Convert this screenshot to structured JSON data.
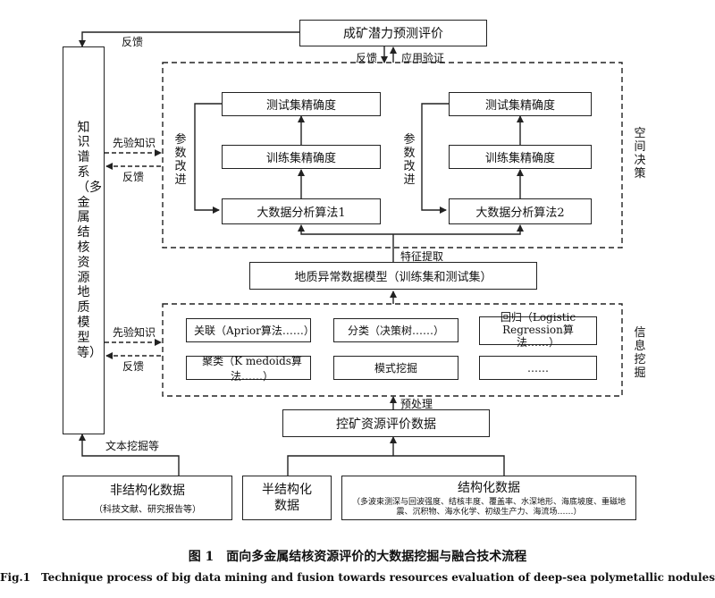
{
  "top": {
    "prediction_box": "成矿潜力预测评价"
  },
  "left_column": {
    "knowledge_graph_vertical": "知识谱系（多金属结核资源地质模型等）"
  },
  "spatial_decision": {
    "section_label_vertical": "空间决策",
    "feedback_label": "反馈",
    "validation_label": "应用验证",
    "left": {
      "test_accuracy": "测试集精确度",
      "train_accuracy": "训练集精确度",
      "algorithm": "大数据分析算法1",
      "param_label_vertical": "参数改进"
    },
    "right": {
      "test_accuracy": "测试集精确度",
      "train_accuracy": "训练集精确度",
      "algorithm": "大数据分析算法2",
      "param_label_vertical": "参数改进"
    },
    "feature_extraction_label": "特征提取"
  },
  "anomaly_model": {
    "box": "地质异常数据模型（训练集和测试集）"
  },
  "info_mining": {
    "section_label_vertical": "信息挖掘",
    "cells": [
      "关联（Aprior算法……）",
      "分类（决策树……）",
      "回归（Logistic Regression算法……）",
      "聚类（K medoids算法……）",
      "模式挖掘",
      "……"
    ],
    "preprocess_label": "预处理"
  },
  "evaluation_data": {
    "box": "控矿资源评价数据"
  },
  "links": {
    "prior_knowledge_1": "先验知识",
    "feedback_1": "反馈",
    "prior_knowledge_2": "先验知识",
    "feedback_2": "反馈",
    "top_feedback": "反馈",
    "text_mining": "文本挖掘等"
  },
  "sources": {
    "unstructured_title": "非结构化数据",
    "unstructured_sub": "（科技文献、研究报告等）",
    "semi_title": "半结构化数据",
    "structured_title": "结构化数据",
    "structured_sub": "（多波束测深与回波强度、结核丰度、覆盖率、水深地形、海底坡度、重磁地震、沉积物、海水化学、初级生产力、海流场……）"
  },
  "caption": {
    "zh": "图 1　面向多金属结核资源评价的大数据挖掘与融合技术流程",
    "en": "Fig.1　Technique process of big data mining and fusion towards resources evaluation of deep-sea polymetallic nodules"
  }
}
